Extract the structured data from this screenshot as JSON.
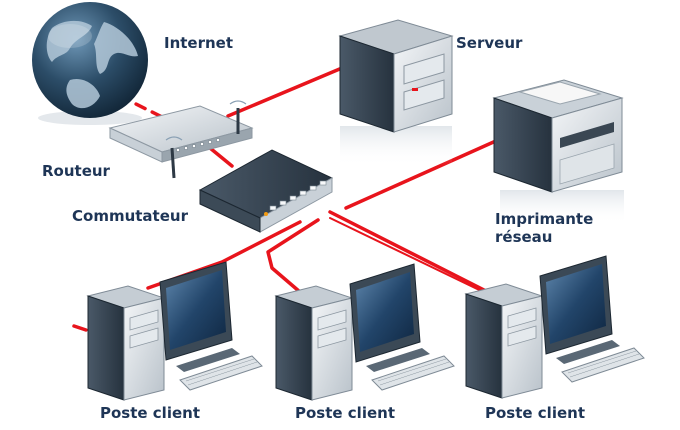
{
  "labels": {
    "internet": "Internet",
    "serveur": "Serveur",
    "routeur": "Routeur",
    "commutateur": "Commutateur",
    "imprimante_line1": "Imprimante",
    "imprimante_line2": "réseau",
    "poste_client_1": "Poste client",
    "poste_client_2": "Poste client",
    "poste_client_3": "Poste client"
  },
  "colors": {
    "cable": "#e8141c",
    "label_text": "#1e3556",
    "globe_ocean": "#27465e",
    "device_dark": "#2e3d4c",
    "device_silver": "#d7dde2"
  },
  "icons": [
    "globe-icon",
    "router-icon",
    "switch-icon",
    "server-icon",
    "printer-icon",
    "computer-icon"
  ]
}
